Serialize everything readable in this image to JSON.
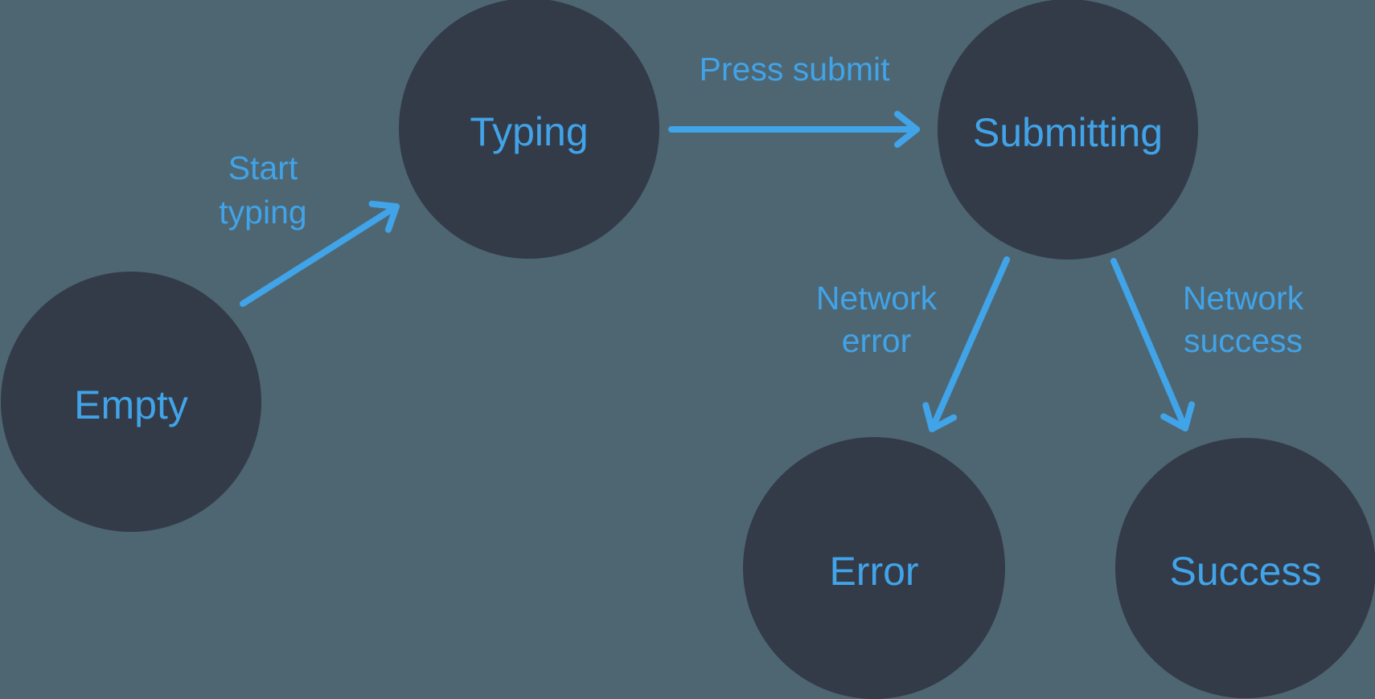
{
  "diagram": {
    "type": "state-machine",
    "colors": {
      "background": "#4D6672",
      "node_fill": "#333B48",
      "accent": "#41A3E8"
    },
    "states": [
      {
        "id": "empty",
        "label": "Empty"
      },
      {
        "id": "typing",
        "label": "Typing"
      },
      {
        "id": "submitting",
        "label": "Submitting"
      },
      {
        "id": "error",
        "label": "Error"
      },
      {
        "id": "success",
        "label": "Success"
      }
    ],
    "transitions": [
      {
        "from": "empty",
        "to": "typing",
        "label_lines": [
          "Start",
          "typing"
        ]
      },
      {
        "from": "typing",
        "to": "submitting",
        "label_lines": [
          "Press submit"
        ]
      },
      {
        "from": "submitting",
        "to": "error",
        "label_lines": [
          "Network",
          "error"
        ]
      },
      {
        "from": "submitting",
        "to": "success",
        "label_lines": [
          "Network",
          "success"
        ]
      }
    ]
  }
}
